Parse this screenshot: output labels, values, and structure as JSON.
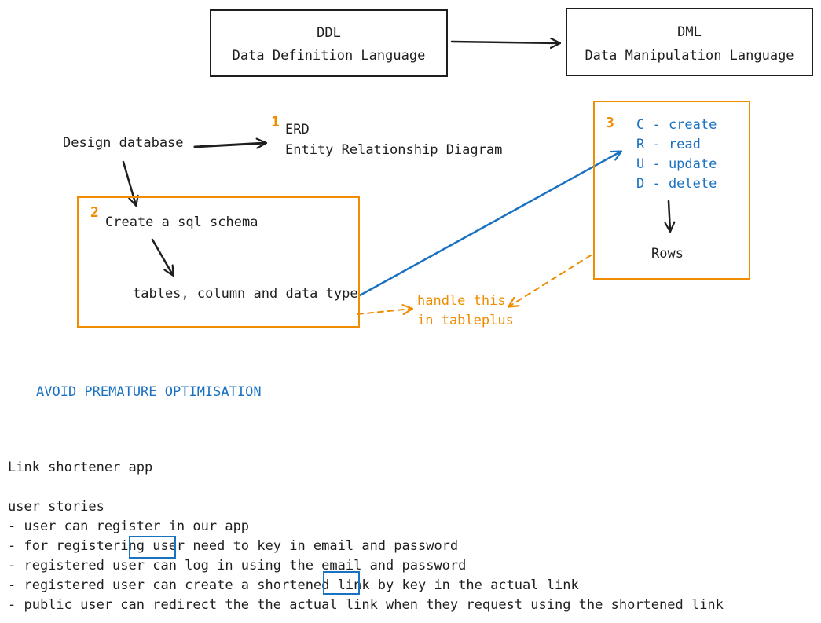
{
  "ddl": {
    "title": "DDL",
    "subtitle": "Data Definition Language"
  },
  "dml": {
    "title": "DML",
    "subtitle": "Data Manipulation Language"
  },
  "design": {
    "label": "Design database"
  },
  "erd": {
    "number": "1",
    "title": "ERD",
    "subtitle": "Entity Relationship Diagram"
  },
  "schema": {
    "number": "2",
    "title": "Create a sql schema",
    "detail": "tables, column and data type"
  },
  "crud": {
    "number": "3",
    "items": [
      "C - create",
      "R - read",
      "U - update",
      "D - delete"
    ],
    "result": "Rows"
  },
  "handle_note": {
    "line1": "handle this",
    "line2": "in tableplus"
  },
  "warning": "AVOID PREMATURE OPTIMISATION",
  "notes": {
    "app_title": "Link shortener app",
    "heading": "user stories",
    "lines": [
      "- user can register in our app",
      "- for registering user need to key in email and password",
      "- registered user can log in using the email and password",
      "- registered user can create a shortened link by key in the actual link",
      "- public user can redirect the the actual link when they request using the shortened link"
    ]
  },
  "colors": {
    "ink": "#1e1e1e",
    "orange": "#f08c00",
    "blue": "#1971c2"
  }
}
